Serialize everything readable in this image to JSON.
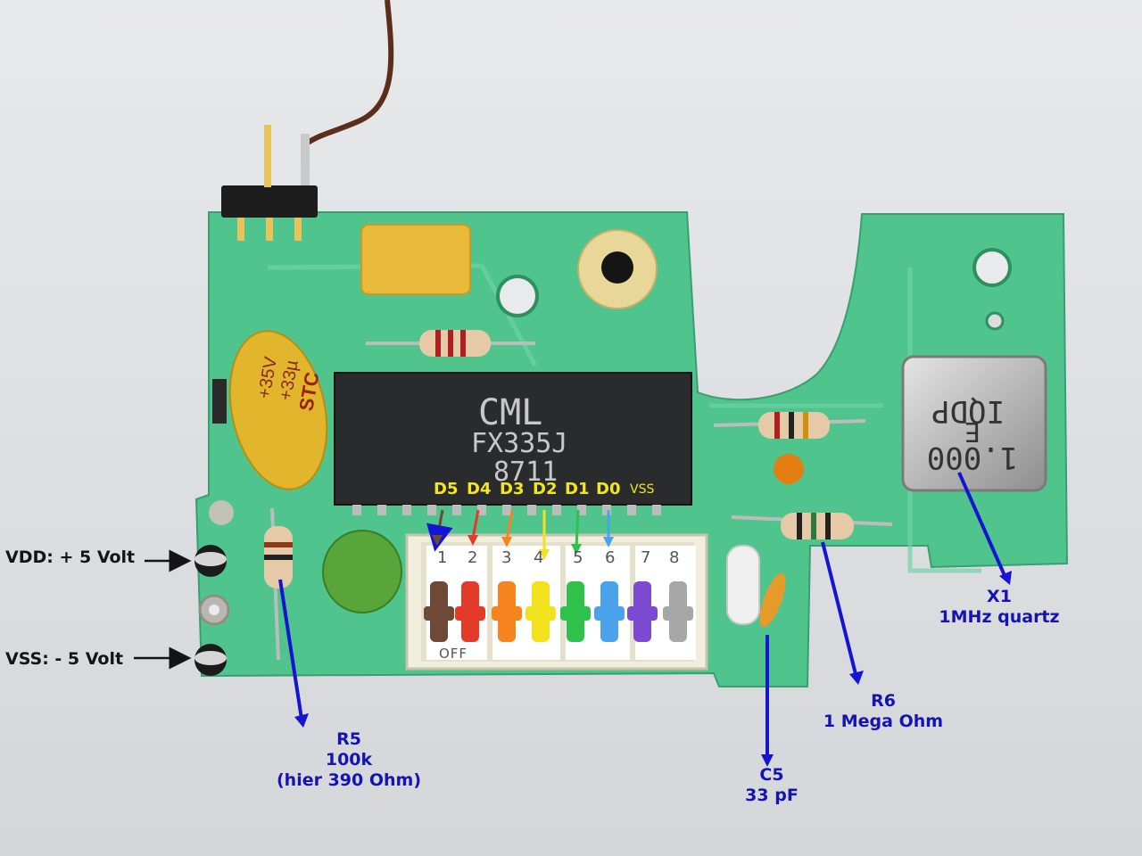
{
  "labels": {
    "vdd": "VDD: + 5 Volt",
    "vss": "VSS: - 5 Volt",
    "r5": {
      "line1": "R5",
      "line2": "100k",
      "line3": "(hier 390 Ohm)"
    },
    "r6": {
      "line1": "R6",
      "line2": "1 Mega Ohm"
    },
    "c5": {
      "line1": "C5",
      "line2": "33 pF"
    },
    "x1": {
      "line1": "X1",
      "line2": "1MHz quartz"
    }
  },
  "pins": [
    "D5",
    "D4",
    "D3",
    "D2",
    "D1",
    "D0"
  ],
  "pin_vss": "VSS",
  "chip": {
    "maker": "CML",
    "part": "FX335J",
    "date": "8711"
  },
  "capacitor_text": {
    "l1": "+35V",
    "l2": "+33µ",
    "l3": "STC"
  },
  "crystal_text": {
    "l1": "IQDP",
    "l2": "E",
    "l3": "1.000"
  },
  "switch": {
    "numbers": [
      "1",
      "2",
      "3",
      "4",
      "5",
      "6",
      "7",
      "8"
    ],
    "off": "OFF"
  },
  "colors": {
    "pcb": "#4fc48d",
    "arrow_blue": "#1414d2",
    "pin_label": "#f5e61a",
    "switch_levers": [
      "#6e4a36",
      "#e33a2a",
      "#f5841e",
      "#f2e21e",
      "#2fc24a",
      "#4aa2ea",
      "#7b4ad0",
      "#a7a7a7"
    ]
  }
}
